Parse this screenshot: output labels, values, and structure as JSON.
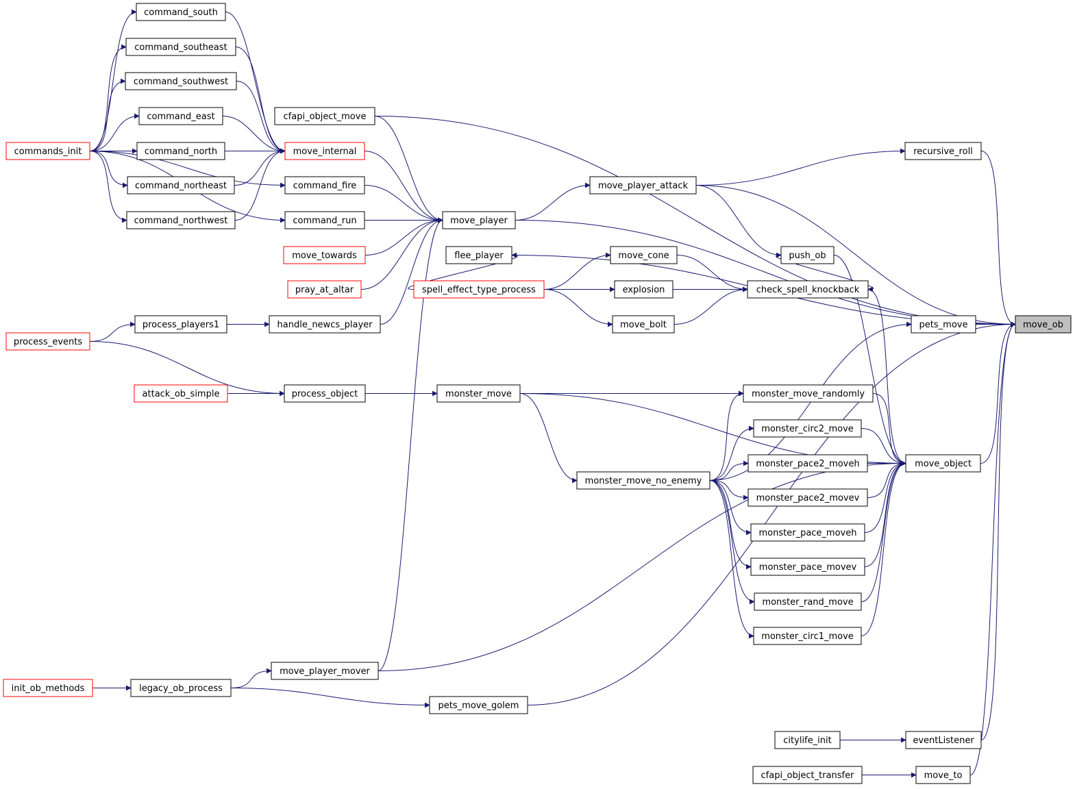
{
  "graph": {
    "colors": {
      "edge": "#191970",
      "node_border": "#000000",
      "truncated_node_border": "#ff0000",
      "root_fill": "#bfbfbf",
      "node_fill": "#ffffff"
    },
    "nodes": [
      {
        "id": "move_ob",
        "label": "move_ob",
        "root": true
      },
      {
        "id": "cfapi_object_move",
        "label": "cfapi_object_move"
      },
      {
        "id": "move_player",
        "label": "move_player"
      },
      {
        "id": "command_fire",
        "label": "command_fire"
      },
      {
        "id": "commands_init",
        "label": "commands_init",
        "truncated": true
      },
      {
        "id": "command_run",
        "label": "command_run"
      },
      {
        "id": "handle_newcs_player",
        "label": "handle_newcs_player"
      },
      {
        "id": "process_players1",
        "label": "process_players1"
      },
      {
        "id": "process_events",
        "label": "process_events",
        "truncated": true
      },
      {
        "id": "move_internal",
        "label": "move_internal",
        "truncated": true
      },
      {
        "id": "command_east",
        "label": "command_east"
      },
      {
        "id": "command_north",
        "label": "command_north"
      },
      {
        "id": "command_northeast",
        "label": "command_northeast"
      },
      {
        "id": "command_northwest",
        "label": "command_northwest"
      },
      {
        "id": "command_south",
        "label": "command_south"
      },
      {
        "id": "command_southeast",
        "label": "command_southeast"
      },
      {
        "id": "command_southwest",
        "label": "command_southwest"
      },
      {
        "id": "move_player_mover",
        "label": "move_player_mover"
      },
      {
        "id": "legacy_ob_process",
        "label": "legacy_ob_process"
      },
      {
        "id": "init_ob_methods",
        "label": "init_ob_methods",
        "truncated": true
      },
      {
        "id": "move_towards",
        "label": "move_towards",
        "truncated": true
      },
      {
        "id": "pray_at_altar",
        "label": "pray_at_altar",
        "truncated": true
      },
      {
        "id": "eventListener",
        "label": "eventListener"
      },
      {
        "id": "citylife_init",
        "label": "citylife_init"
      },
      {
        "id": "flee_player",
        "label": "flee_player"
      },
      {
        "id": "move_object",
        "label": "move_object"
      },
      {
        "id": "monster_circ1_move",
        "label": "monster_circ1_move"
      },
      {
        "id": "monster_move_no_enemy",
        "label": "monster_move_no_enemy"
      },
      {
        "id": "monster_move",
        "label": "monster_move"
      },
      {
        "id": "process_object",
        "label": "process_object"
      },
      {
        "id": "attack_ob_simple",
        "label": "attack_ob_simple",
        "truncated": true
      },
      {
        "id": "monster_circ2_move",
        "label": "monster_circ2_move"
      },
      {
        "id": "monster_move_randomly",
        "label": "monster_move_randomly"
      },
      {
        "id": "monster_pace2_moveh",
        "label": "monster_pace2_moveh"
      },
      {
        "id": "monster_pace2_movev",
        "label": "monster_pace2_movev"
      },
      {
        "id": "monster_pace_moveh",
        "label": "monster_pace_moveh"
      },
      {
        "id": "monster_pace_movev",
        "label": "monster_pace_movev"
      },
      {
        "id": "monster_rand_move",
        "label": "monster_rand_move"
      },
      {
        "id": "pets_move",
        "label": "pets_move"
      },
      {
        "id": "push_ob",
        "label": "push_ob"
      },
      {
        "id": "check_spell_knockback",
        "label": "check_spell_knockback"
      },
      {
        "id": "explosion",
        "label": "explosion"
      },
      {
        "id": "spell_effect_type_process",
        "label": "spell_effect_type_process",
        "truncated": true
      },
      {
        "id": "move_bolt",
        "label": "move_bolt"
      },
      {
        "id": "move_cone",
        "label": "move_cone"
      },
      {
        "id": "move_player_attack",
        "label": "move_player_attack"
      },
      {
        "id": "move_to",
        "label": "move_to"
      },
      {
        "id": "cfapi_object_transfer",
        "label": "cfapi_object_transfer"
      },
      {
        "id": "pets_move_golem",
        "label": "pets_move_golem"
      },
      {
        "id": "recursive_roll",
        "label": "recursive_roll"
      }
    ],
    "edges": [
      [
        "cfapi_object_move",
        "move_ob"
      ],
      [
        "move_player",
        "move_ob"
      ],
      [
        "move_player_attack",
        "move_ob"
      ],
      [
        "recursive_roll",
        "move_ob"
      ],
      [
        "pets_move",
        "move_ob"
      ],
      [
        "move_object",
        "move_ob"
      ],
      [
        "eventListener",
        "move_ob"
      ],
      [
        "move_to",
        "move_ob"
      ],
      [
        "pets_move_golem",
        "move_ob"
      ],
      [
        "cfapi_object_move",
        "move_player"
      ],
      [
        "move_internal",
        "move_player"
      ],
      [
        "command_fire",
        "move_player"
      ],
      [
        "command_run",
        "move_player"
      ],
      [
        "move_towards",
        "move_player"
      ],
      [
        "pray_at_altar",
        "move_player"
      ],
      [
        "handle_newcs_player",
        "move_player"
      ],
      [
        "move_player_mover",
        "move_player"
      ],
      [
        "commands_init",
        "command_fire"
      ],
      [
        "commands_init",
        "command_run"
      ],
      [
        "process_players1",
        "handle_newcs_player"
      ],
      [
        "process_events",
        "process_players1"
      ],
      [
        "command_south",
        "move_internal"
      ],
      [
        "command_southeast",
        "move_internal"
      ],
      [
        "command_southwest",
        "move_internal"
      ],
      [
        "command_east",
        "move_internal"
      ],
      [
        "command_north",
        "move_internal"
      ],
      [
        "command_northeast",
        "move_internal"
      ],
      [
        "command_northwest",
        "move_internal"
      ],
      [
        "commands_init",
        "command_south"
      ],
      [
        "commands_init",
        "command_southeast"
      ],
      [
        "commands_init",
        "command_southwest"
      ],
      [
        "commands_init",
        "command_east"
      ],
      [
        "commands_init",
        "command_north"
      ],
      [
        "commands_init",
        "command_northeast"
      ],
      [
        "commands_init",
        "command_northwest"
      ],
      [
        "legacy_ob_process",
        "move_player_mover"
      ],
      [
        "init_ob_methods",
        "legacy_ob_process"
      ],
      [
        "legacy_ob_process",
        "pets_move_golem"
      ],
      [
        "move_player_mover",
        "move_object"
      ],
      [
        "citylife_init",
        "eventListener"
      ],
      [
        "cfapi_object_transfer",
        "move_to"
      ],
      [
        "spell_effect_type_process",
        "flee_player"
      ],
      [
        "flee_player",
        "move_ob"
      ],
      [
        "monster_circ1_move",
        "move_object"
      ],
      [
        "monster_circ2_move",
        "move_object"
      ],
      [
        "monster_move_randomly",
        "move_object"
      ],
      [
        "monster_pace2_moveh",
        "move_object"
      ],
      [
        "monster_pace2_movev",
        "move_object"
      ],
      [
        "monster_pace_moveh",
        "move_object"
      ],
      [
        "monster_pace_movev",
        "move_object"
      ],
      [
        "monster_rand_move",
        "move_object"
      ],
      [
        "monster_move",
        "move_object"
      ],
      [
        "check_spell_knockback",
        "move_object"
      ],
      [
        "push_ob",
        "move_object"
      ],
      [
        "monster_move_no_enemy",
        "pets_move"
      ],
      [
        "monster_move_no_enemy",
        "monster_circ1_move"
      ],
      [
        "monster_move_no_enemy",
        "monster_circ2_move"
      ],
      [
        "monster_move_no_enemy",
        "monster_move_randomly"
      ],
      [
        "monster_move_no_enemy",
        "monster_pace2_moveh"
      ],
      [
        "monster_move_no_enemy",
        "monster_pace2_movev"
      ],
      [
        "monster_move_no_enemy",
        "monster_pace_moveh"
      ],
      [
        "monster_move_no_enemy",
        "monster_pace_movev"
      ],
      [
        "monster_move_no_enemy",
        "monster_rand_move"
      ],
      [
        "monster_move",
        "monster_move_no_enemy"
      ],
      [
        "monster_move",
        "monster_move_randomly"
      ],
      [
        "process_object",
        "monster_move"
      ],
      [
        "process_events",
        "process_object"
      ],
      [
        "attack_ob_simple",
        "process_object"
      ],
      [
        "move_player_attack",
        "push_ob"
      ],
      [
        "push_ob",
        "check_spell_knockback"
      ],
      [
        "explosion",
        "check_spell_knockback"
      ],
      [
        "move_bolt",
        "check_spell_knockback"
      ],
      [
        "move_cone",
        "check_spell_knockback"
      ],
      [
        "spell_effect_type_process",
        "explosion"
      ],
      [
        "spell_effect_type_process",
        "move_bolt"
      ],
      [
        "spell_effect_type_process",
        "move_cone"
      ],
      [
        "move_player",
        "move_player_attack"
      ],
      [
        "move_player_attack",
        "recursive_roll"
      ]
    ]
  }
}
